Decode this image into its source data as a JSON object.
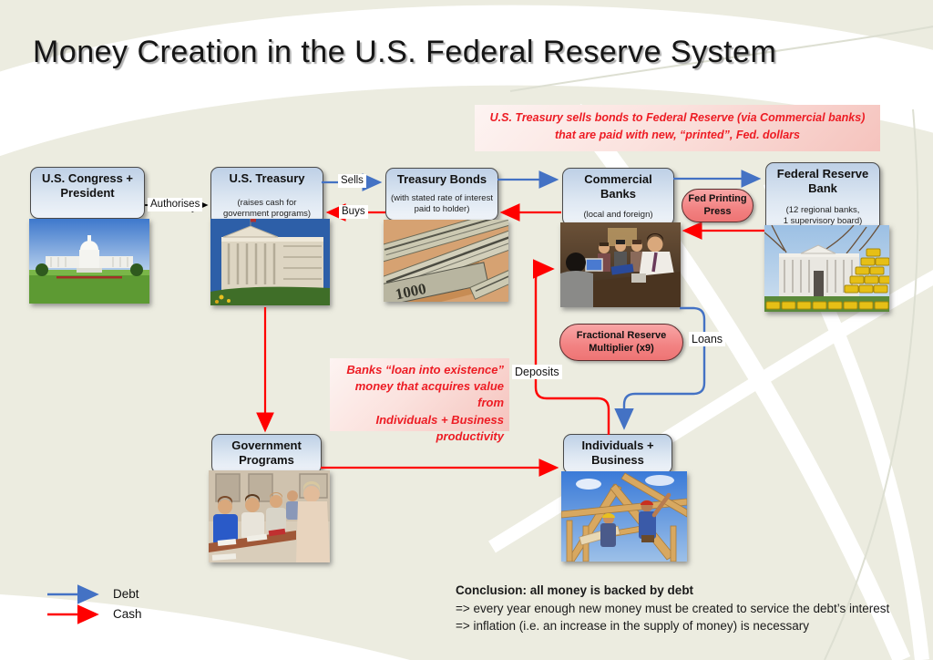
{
  "title": "Money Creation in the U.S. Federal Reserve System",
  "callouts": {
    "top": "U.S. Treasury sells bonds to Federal Reserve (via Commercial banks)\nthat are paid with new, “printed”, Fed. dollars",
    "middle": "Banks “loan into existence”\nmoney that acquires value from\nIndividuals + Business\nproductivity"
  },
  "nodes": {
    "congress": {
      "title": "U.S. Congress +\nPresident"
    },
    "treasury": {
      "title": "U.S. Treasury",
      "subtitle": "(raises cash for\ngovernment programs)"
    },
    "bonds": {
      "title": "Treasury Bonds",
      "subtitle": "(with stated rate of interest\npaid to holder)"
    },
    "commercial": {
      "title": "Commercial\nBanks",
      "subtitle": "(local and foreign)"
    },
    "fed": {
      "title": "Federal Reserve\nBank",
      "subtitle": "(12 regional banks,\n1 supervisory board)"
    },
    "government": {
      "title": "Government\nPrograms"
    },
    "individuals": {
      "title": "Individuals +\nBusiness"
    }
  },
  "ovals": {
    "fed_printing": "Fed Printing\nPress",
    "multiplier": "Fractional Reserve\nMultiplier (x9)"
  },
  "labels": {
    "authorises": "Authorises",
    "sells": "Sells",
    "buys": "Buys",
    "loans": "Loans",
    "deposits": "Deposits"
  },
  "legend": {
    "debt": "Debt",
    "cash": "Cash"
  },
  "conclusion": {
    "heading": "Conclusion: all money is backed by debt",
    "line2": "=> every year enough new money must be created to service the debt’s interest",
    "line3": "=> inflation (i.e. an increase in the supply of money) is necessary"
  },
  "colors": {
    "debt": "#4472C4",
    "cash": "#FF0000",
    "authorise": "#000000",
    "callout_text": "#ED1C24",
    "oval_fill": "#F28282"
  }
}
